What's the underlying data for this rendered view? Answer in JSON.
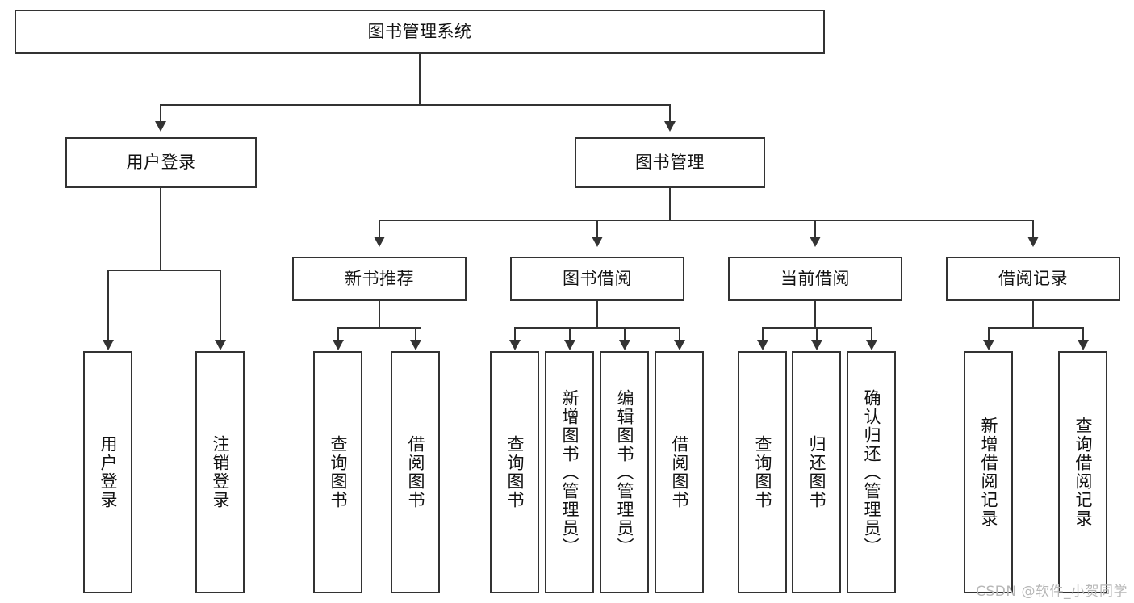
{
  "diagram": {
    "type": "tree-hierarchy-flowchart",
    "title_node": {
      "label": "图书管理系统"
    },
    "level2": [
      {
        "label": "用户登录"
      },
      {
        "label": "图书管理"
      }
    ],
    "level3": [
      {
        "label": "新书推荐"
      },
      {
        "label": "图书借阅"
      },
      {
        "label": "当前借阅"
      },
      {
        "label": "借阅记录"
      }
    ],
    "leaves": {
      "user_login": [
        {
          "label": "用户登录"
        },
        {
          "label": "注销登录"
        }
      ],
      "new_book_recommend": [
        {
          "label": "查询图书"
        },
        {
          "label": "借阅图书"
        }
      ],
      "book_borrow": [
        {
          "label": "查询图书"
        },
        {
          "label": "新增图书（管理员）"
        },
        {
          "label": "编辑图书（管理员）"
        },
        {
          "label": "借阅图书"
        }
      ],
      "current_borrow": [
        {
          "label": "查询图书"
        },
        {
          "label": "归还图书"
        },
        {
          "label": "确认归还（管理员）"
        }
      ],
      "borrow_record": [
        {
          "label": "新增借阅记录"
        },
        {
          "label": "查询借阅记录"
        }
      ]
    }
  },
  "watermark": {
    "text": "CSDN @软件_小贺同学"
  },
  "colors": {
    "stroke": "#333333",
    "background": "#ffffff",
    "text": "#111111",
    "watermark": "#b7b7b7"
  }
}
